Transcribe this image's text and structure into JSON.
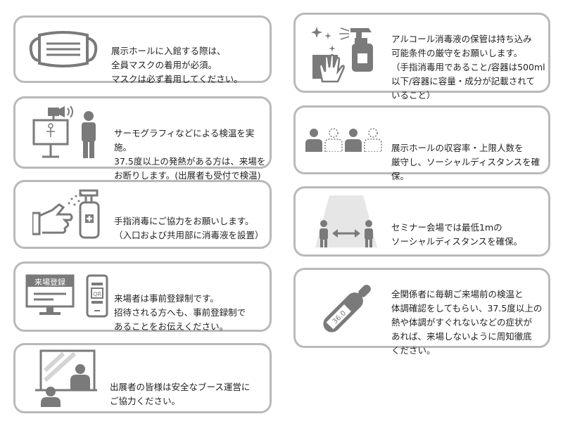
{
  "colors": {
    "border": "#b9b9b9",
    "icon": "#7a7a7a",
    "text": "#222222"
  },
  "left": [
    {
      "icon": "mask-icon",
      "lines": [
        "展示ホールに入館する際は、",
        "全員マスクの着用が必須。",
        "マスクは必ず着用してください。"
      ]
    },
    {
      "icon": "thermography-icon",
      "lines": [
        "サーモグラフィなどによる検温を実施。",
        "37.5度以上の発熱がある方は、来場を",
        "お断りします。(出展者も受付で検温)"
      ]
    },
    {
      "icon": "hand-sanitizer-icon",
      "lines": [
        "手指消毒にご協力をお願いします。",
        "（入口および共用部に消毒液を設置）"
      ]
    },
    {
      "icon": "pre-registration-icon",
      "lines": [
        "来場者は事前登録制です。",
        "招待される方へも、事前登録制で",
        "あることをお伝えください。"
      ],
      "monitor_label": "来場登録",
      "phone_label": "QR"
    },
    {
      "icon": "booth-operation-icon",
      "lines": [
        "出展者の皆様は安全なブース運営に",
        "ご協力ください。"
      ]
    }
  ],
  "right": [
    {
      "icon": "alcohol-spray-icon",
      "lines": [
        "アルコール消毒液の保管は持ち込み",
        "可能条件の厳守をお願いします。",
        "（手指消毒用であること/容器は500ml",
        "以下/容器に容量・成分が記載されて",
        "いること）"
      ]
    },
    {
      "icon": "capacity-limit-icon",
      "lines": [
        "展示ホールの収容率・上限人数を",
        "厳守し、ソーシャルディスタンスを確保。"
      ]
    },
    {
      "icon": "social-distance-icon",
      "lines": [
        "セミナー会場では最低1mの",
        "ソーシャルディスタンスを確保。"
      ]
    },
    {
      "icon": "thermometer-icon",
      "lines": [
        "全関係者に毎朝ご来場前の検温と",
        "体調確認をしてもらい、37.5度以上の",
        "熱や体調がすぐれないなどの症状が",
        "あれば、来場しないように周知徹底",
        "ください。"
      ],
      "thermometer_label": "36.0"
    }
  ]
}
